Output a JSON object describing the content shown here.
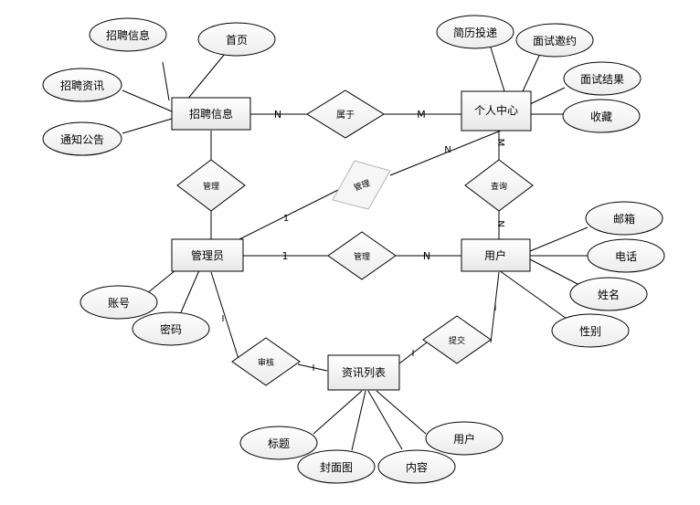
{
  "entities": {
    "recruit_info": "招聘信息",
    "personal_center": "个人中心",
    "admin": "管理员",
    "user": "用户",
    "news_list": "资讯列表"
  },
  "relationships": {
    "belongs": "属于",
    "manage_recruit": "管理",
    "manage_center": "管理",
    "query": "查询",
    "manage_user": "管理",
    "review": "审核",
    "submit": "提交"
  },
  "attributes": {
    "recruit_info_attr": "招聘信息",
    "home": "首页",
    "recruit_news": "招聘资讯",
    "notice": "通知公告",
    "resume_delivery": "简历投递",
    "interview_invite": "面试邀约",
    "interview_result": "面试结果",
    "favorite": "收藏",
    "email": "邮箱",
    "phone": "电话",
    "name": "姓名",
    "gender": "性别",
    "account": "账号",
    "password": "密码",
    "title": "标题",
    "cover": "封面图",
    "content": "内容",
    "news_user": "用户"
  },
  "cardinality": {
    "belongs_left": "N",
    "belongs_right": "M",
    "center_manage_top": "N",
    "center_manage_bottom": "1",
    "center_query_top": "M",
    "user_query_bottom": "N",
    "admin_manage_user_left": "1",
    "admin_manage_user_right": "N",
    "review_admin": "I",
    "review_news": "I",
    "submit_news": "I",
    "submit_user": "I"
  }
}
